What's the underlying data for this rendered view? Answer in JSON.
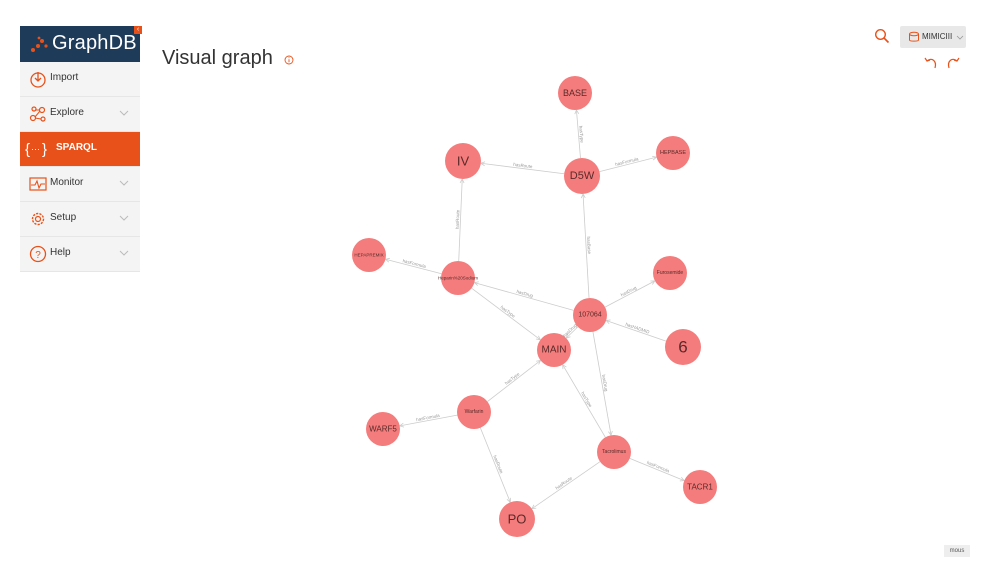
{
  "app": {
    "logo_text": "GraphDB"
  },
  "sidebar": {
    "items": [
      {
        "label": "Import",
        "icon": "import-icon",
        "has_chevron": false,
        "active": false
      },
      {
        "label": "Explore",
        "icon": "explore-icon",
        "has_chevron": true,
        "active": false
      },
      {
        "label": "SPARQL",
        "icon": "sparql-icon",
        "has_chevron": false,
        "active": true
      },
      {
        "label": "Monitor",
        "icon": "monitor-icon",
        "has_chevron": true,
        "active": false
      },
      {
        "label": "Setup",
        "icon": "setup-icon",
        "has_chevron": true,
        "active": false
      },
      {
        "label": "Help",
        "icon": "help-icon",
        "has_chevron": true,
        "active": false
      }
    ]
  },
  "page": {
    "title": "Visual graph"
  },
  "repository": {
    "label": "MIMICIII"
  },
  "footer": {
    "mouse_tag": "mous"
  },
  "colors": {
    "accent": "#e8521a",
    "node": "#f47c7c",
    "logo_bg": "#1f3b5a",
    "edge": "#cccccc"
  },
  "graph": {
    "nodes": [
      {
        "id": "BASE",
        "label": "BASE"
      },
      {
        "id": "IV",
        "label": "IV"
      },
      {
        "id": "D5W",
        "label": "D5W"
      },
      {
        "id": "HEPBASE",
        "label": "HEPBASE"
      },
      {
        "id": "HEPAPREMIX",
        "label": "HEPAPREMIX"
      },
      {
        "id": "Heparin",
        "label": "Heparin%20Sodium"
      },
      {
        "id": "Furosemide",
        "label": "Furosemide"
      },
      {
        "id": "107064",
        "label": "107064"
      },
      {
        "id": "6",
        "label": "6"
      },
      {
        "id": "MAIN",
        "label": "MAIN"
      },
      {
        "id": "Warfarin",
        "label": "Warfarin"
      },
      {
        "id": "WARF5",
        "label": "WARF5"
      },
      {
        "id": "Tacrolimus",
        "label": "Tacrolimus"
      },
      {
        "id": "TACR1",
        "label": "TACR1"
      },
      {
        "id": "PO",
        "label": "PO"
      }
    ],
    "edges": [
      {
        "from": "D5W",
        "to": "BASE",
        "label": "hasType"
      },
      {
        "from": "D5W",
        "to": "IV",
        "label": "hasRoute"
      },
      {
        "from": "D5W",
        "to": "HEPBASE",
        "label": "hasFormula"
      },
      {
        "from": "107064",
        "to": "D5W",
        "label": "hasBase"
      },
      {
        "from": "Heparin",
        "to": "IV",
        "label": "hasRoute"
      },
      {
        "from": "Heparin",
        "to": "HEPAPREMIX",
        "label": "hasFormula"
      },
      {
        "from": "107064",
        "to": "Heparin",
        "label": "hasDrug"
      },
      {
        "from": "107064",
        "to": "Furosemide",
        "label": "hasDrug"
      },
      {
        "from": "6",
        "to": "107064",
        "label": "hasHADMID"
      },
      {
        "from": "Heparin",
        "to": "MAIN",
        "label": "hasType"
      },
      {
        "from": "Warfarin",
        "to": "MAIN",
        "label": "hasType"
      },
      {
        "from": "107064",
        "to": "MAIN",
        "label": "hasDrug"
      },
      {
        "from": "Tacrolimus",
        "to": "MAIN",
        "label": "hasType"
      },
      {
        "from": "Warfarin",
        "to": "WARF5",
        "label": "hasFormula"
      },
      {
        "from": "Warfarin",
        "to": "PO",
        "label": "hasRoute"
      },
      {
        "from": "107064",
        "to": "Tacrolimus",
        "label": "hasDrug"
      },
      {
        "from": "Tacrolimus",
        "to": "TACR1",
        "label": "hasFormula"
      },
      {
        "from": "Tacrolimus",
        "to": "PO",
        "label": "hasRoute"
      }
    ]
  }
}
